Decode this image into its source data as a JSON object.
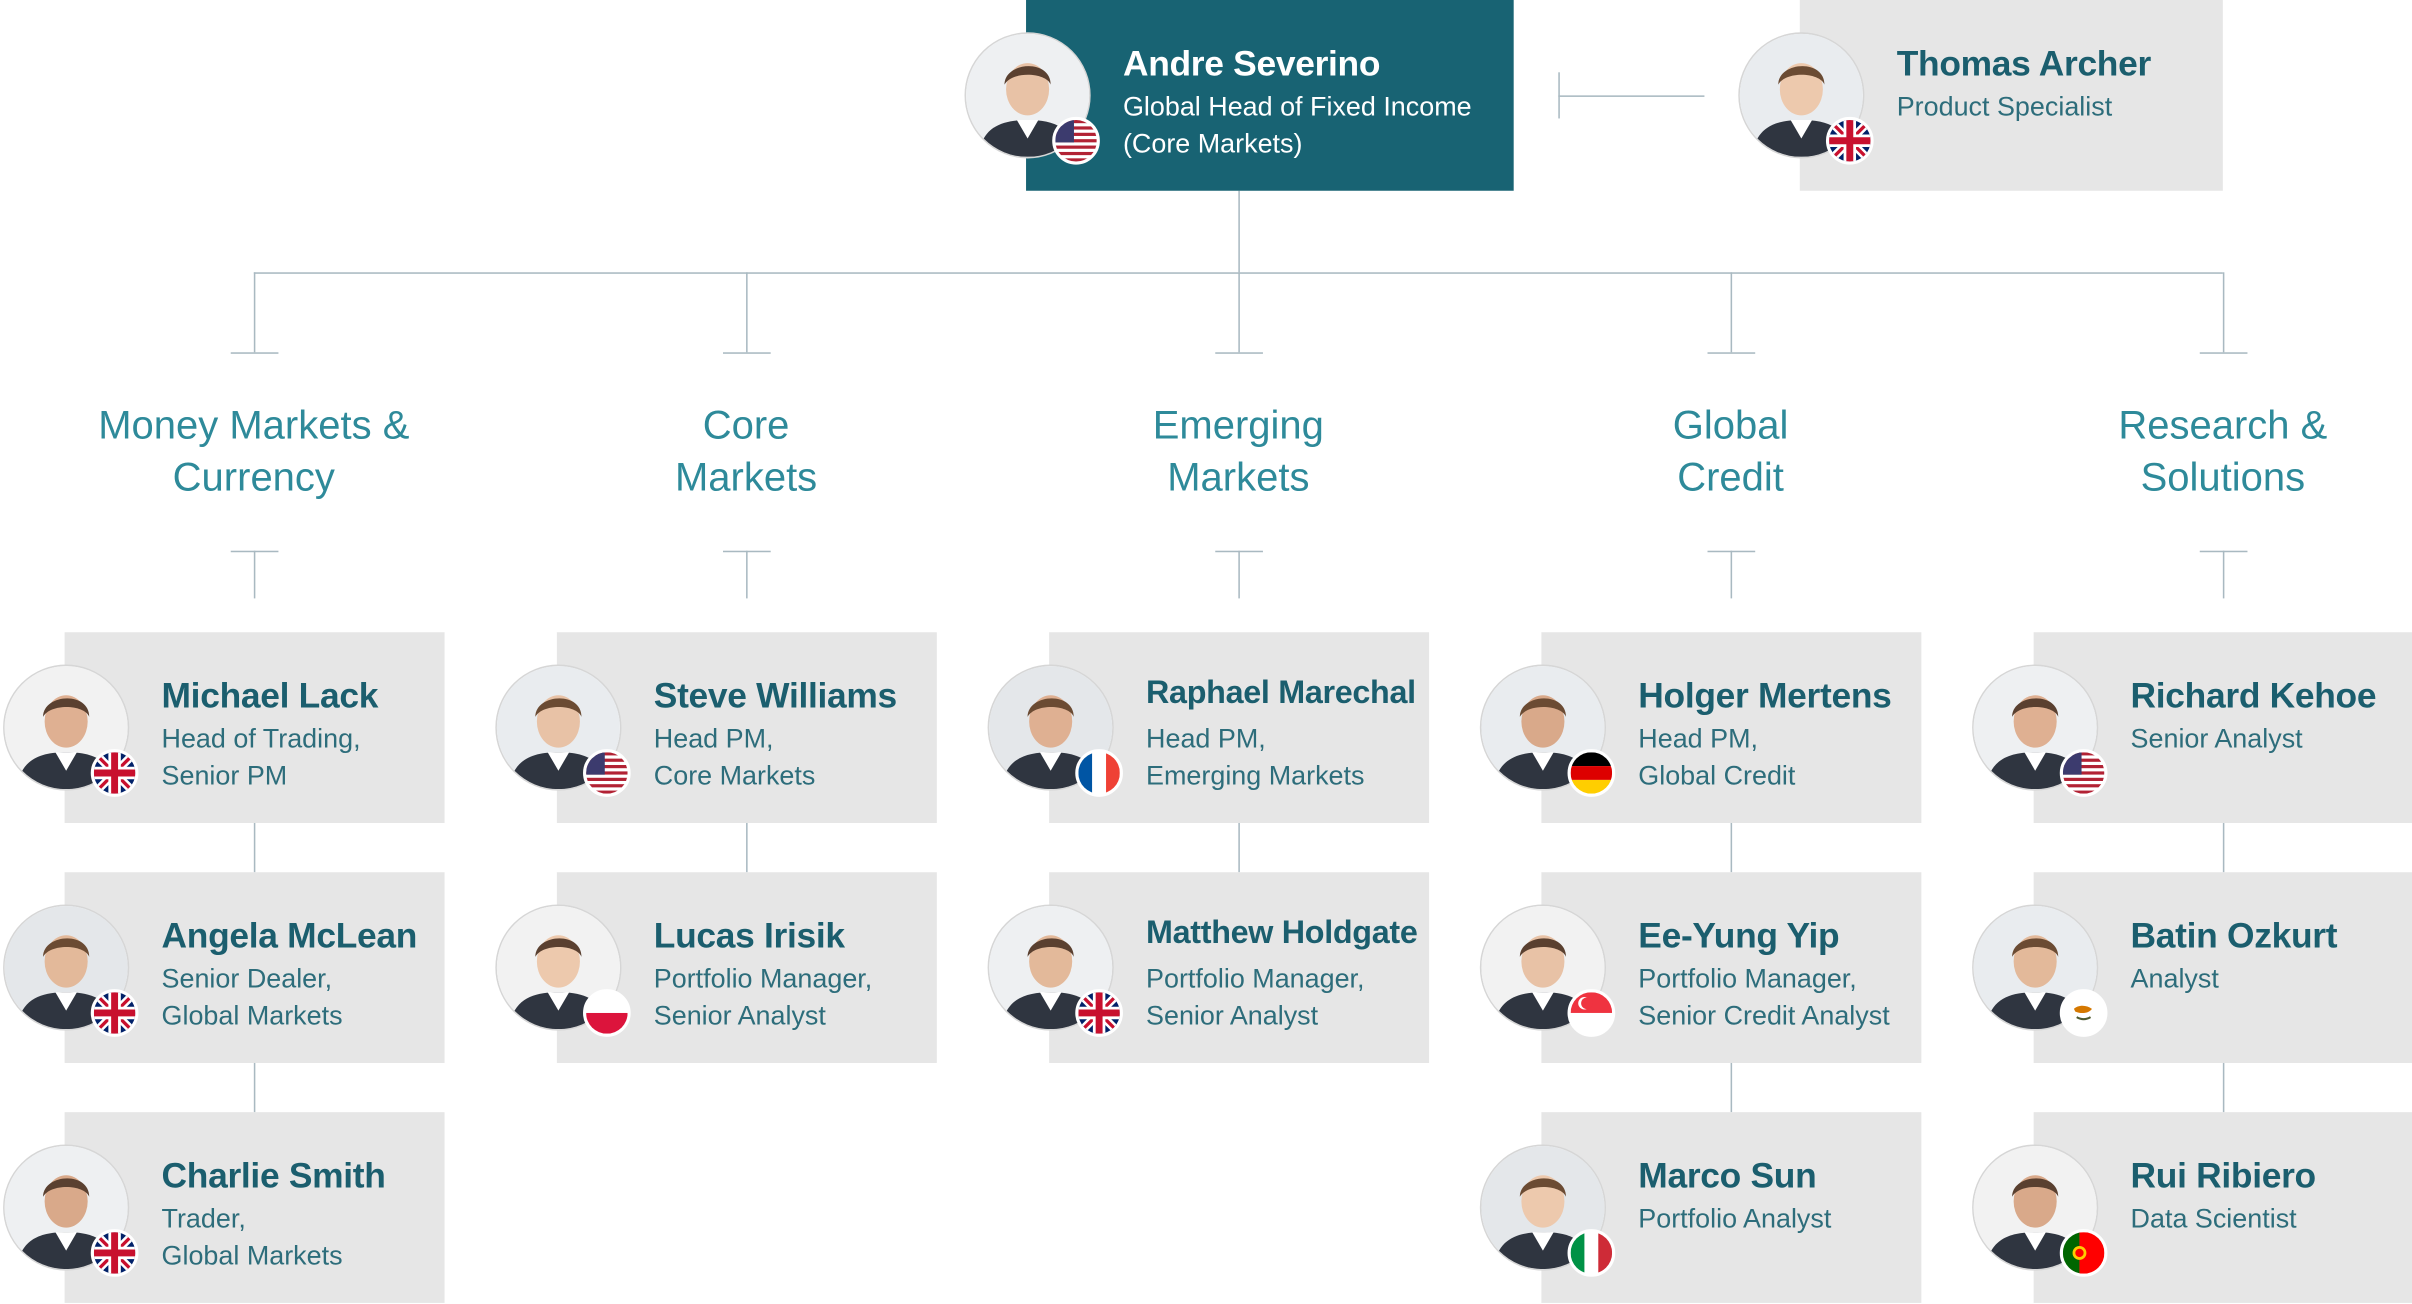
{
  "head": {
    "name": "Andre Severino",
    "role": "Global Head of Fixed Income\n(Core Markets)",
    "flag": "us-flag"
  },
  "specialist": {
    "name": "Thomas Archer",
    "role": "Product Specialist",
    "flag": "uk-flag"
  },
  "departments": [
    {
      "title": "Money Markets &\nCurrency",
      "members": [
        {
          "name": "Michael Lack",
          "role": "Head of Trading,\nSenior PM",
          "flag": "uk-flag"
        },
        {
          "name": "Angela McLean",
          "role": "Senior Dealer,\nGlobal Markets",
          "flag": "uk-flag"
        },
        {
          "name": "Charlie Smith",
          "role": "Trader,\nGlobal Markets",
          "flag": "uk-flag"
        }
      ]
    },
    {
      "title": "Core\nMarkets",
      "members": [
        {
          "name": "Steve Williams",
          "role": "Head PM,\nCore Markets",
          "flag": "us-flag"
        },
        {
          "name": "Lucas Irisik",
          "role": "Portfolio Manager,\nSenior Analyst",
          "flag": "poland-flag"
        }
      ]
    },
    {
      "title": "Emerging\nMarkets",
      "members": [
        {
          "name": "Raphael Marechal",
          "role": "Head PM,\nEmerging Markets",
          "flag": "france-flag"
        },
        {
          "name": "Matthew Holdgate",
          "role": "Portfolio Manager,\nSenior Analyst",
          "flag": "uk-flag"
        }
      ]
    },
    {
      "title": "Global\nCredit",
      "members": [
        {
          "name": "Holger Mertens",
          "role": "Head PM,\nGlobal Credit",
          "flag": "germany-flag"
        },
        {
          "name": "Ee-Yung Yip",
          "role": "Portfolio Manager,\nSenior Credit Analyst",
          "flag": "singapore-flag"
        },
        {
          "name": "Marco Sun",
          "role": "Portfolio Analyst",
          "flag": "italy-flag"
        }
      ]
    },
    {
      "title": "Research &\nSolutions",
      "members": [
        {
          "name": "Richard Kehoe",
          "role": "Senior Analyst",
          "flag": "us-flag"
        },
        {
          "name": "Batin Ozkurt",
          "role": "Analyst",
          "flag": "cyprus-flag"
        },
        {
          "name": "Rui Ribiero",
          "role": "Data Scientist",
          "flag": "portugal-flag"
        }
      ]
    }
  ],
  "colors": {
    "head_card": "#186373",
    "card": "#e6e6e6",
    "name_text": "#1b5e6e",
    "dept_text": "#2e8a9a",
    "connector": "#a9b9c1"
  }
}
